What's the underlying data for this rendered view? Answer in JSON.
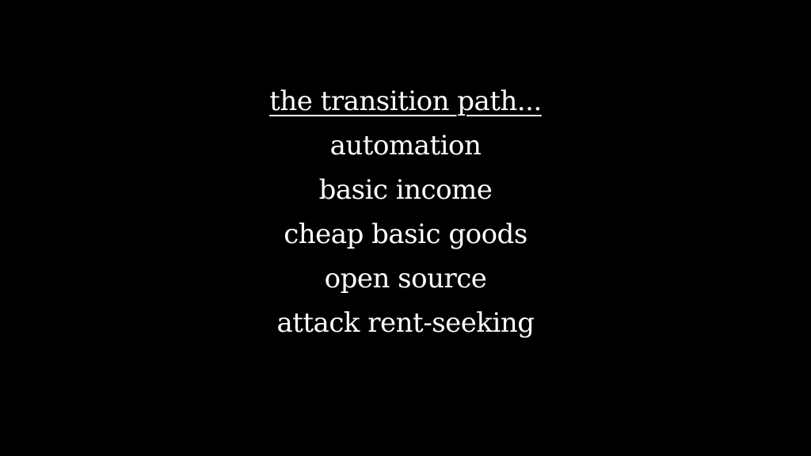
{
  "slide": {
    "heading": "the transition path...",
    "items": [
      "automation",
      "basic income",
      "cheap basic goods",
      "open source",
      "attack rent-seeking"
    ]
  },
  "colors": {
    "background": "#000000",
    "text": "#ffffff"
  }
}
